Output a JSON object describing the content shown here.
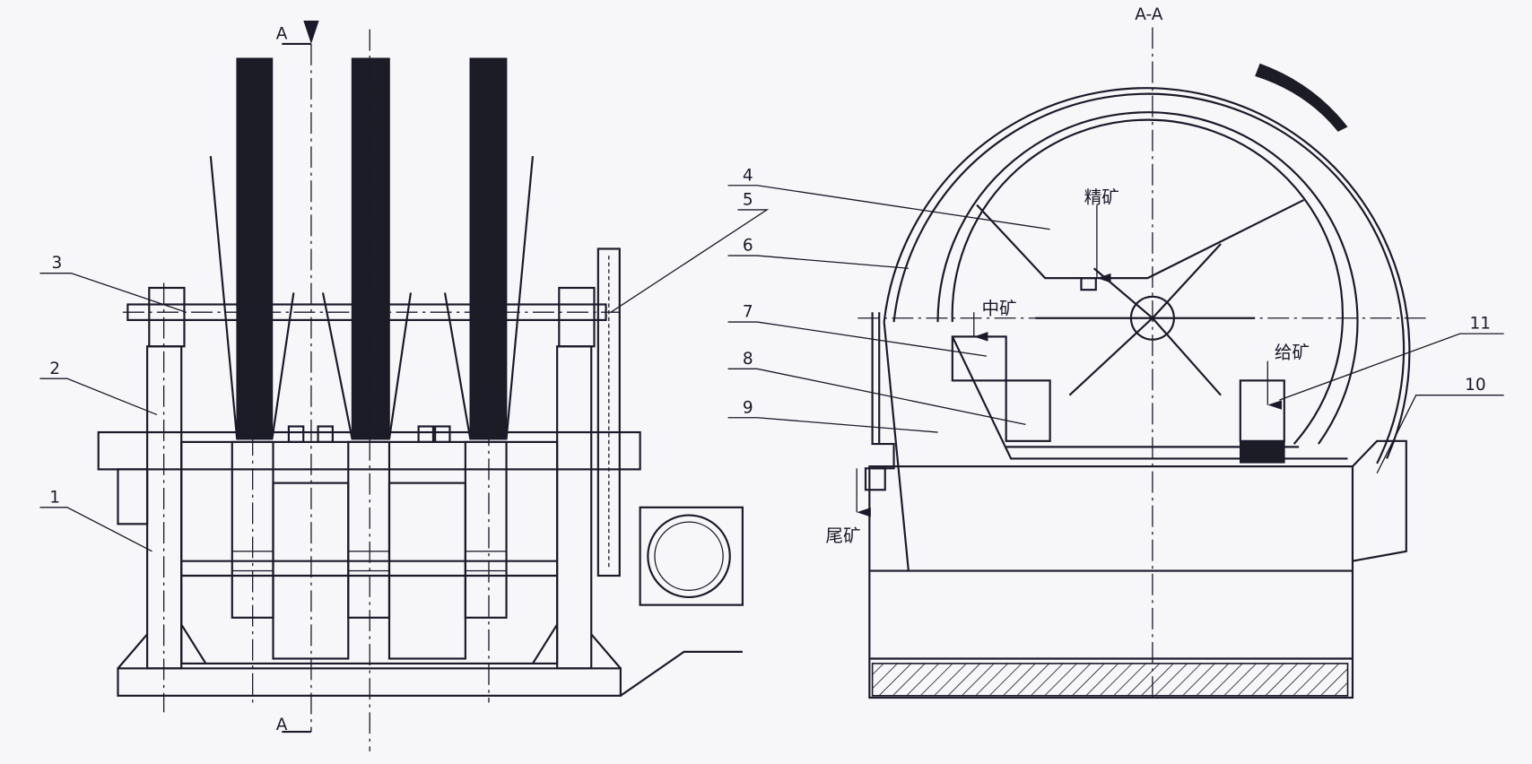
{
  "section_marks": {
    "left_top": "A",
    "left_bottom": "A",
    "view_title": "A-A"
  },
  "part_numbers": [
    "1",
    "2",
    "3",
    "4",
    "5",
    "6",
    "7",
    "8",
    "9",
    "10",
    "11"
  ],
  "flow_labels": {
    "concentrate": "精矿",
    "middlings": "中矿",
    "feed": "给矿",
    "tailings": "尾矿"
  },
  "colors": {
    "line": "#1a1a2a",
    "paper": "#f7f6f8"
  }
}
